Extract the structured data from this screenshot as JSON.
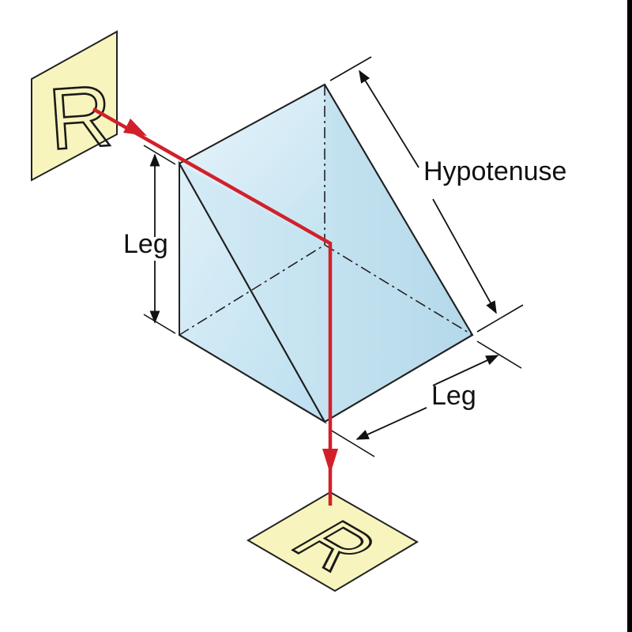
{
  "labels": {
    "hypotenuse": "Hypotenuse",
    "leg_left": "Leg",
    "leg_bottom": "Leg"
  },
  "cards": {
    "input_letter": "R",
    "output_letter": "R"
  },
  "colors": {
    "beam": "#d2202a",
    "card_fill": "#f7f5bd",
    "prism_face_front": "#c9e6f3",
    "prism_face_side": "#b8dcec",
    "prism_face_top": "#e6f3fa",
    "frame": "#000000"
  }
}
